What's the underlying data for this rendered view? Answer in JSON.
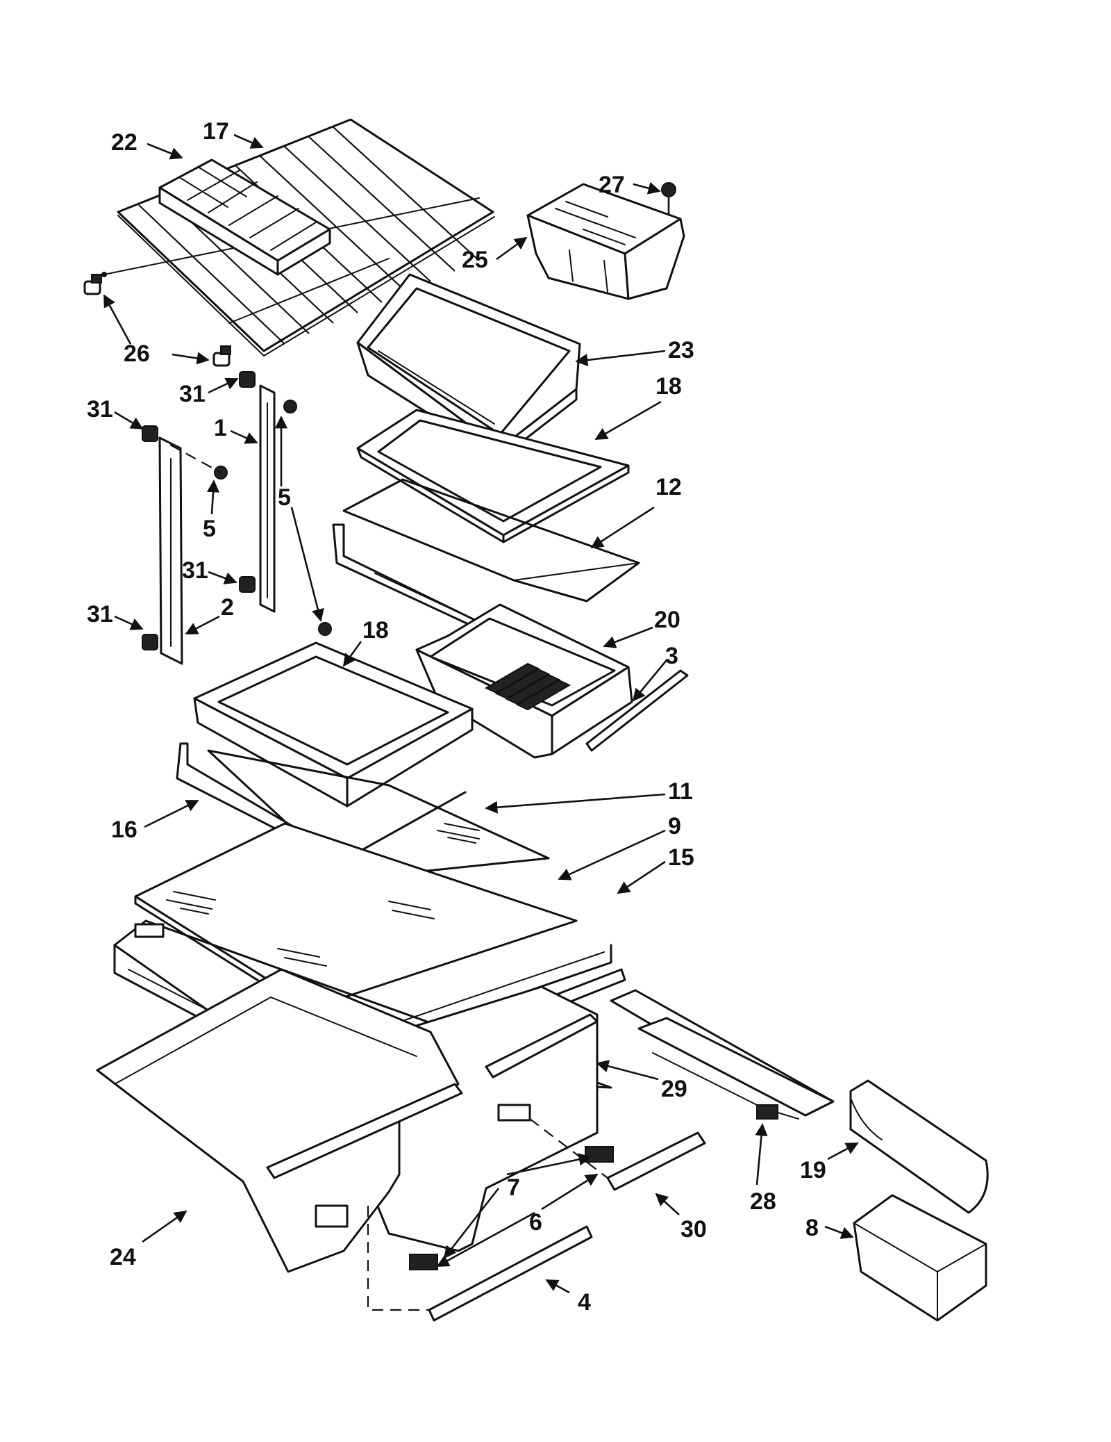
{
  "diagram": {
    "callouts": [
      "22",
      "17",
      "27",
      "25",
      "26",
      "23",
      "18",
      "31",
      "1",
      "5",
      "12",
      "2",
      "20",
      "3",
      "11",
      "16",
      "9",
      "15",
      "29",
      "28",
      "19",
      "7",
      "6",
      "30",
      "24",
      "4",
      "8"
    ]
  }
}
